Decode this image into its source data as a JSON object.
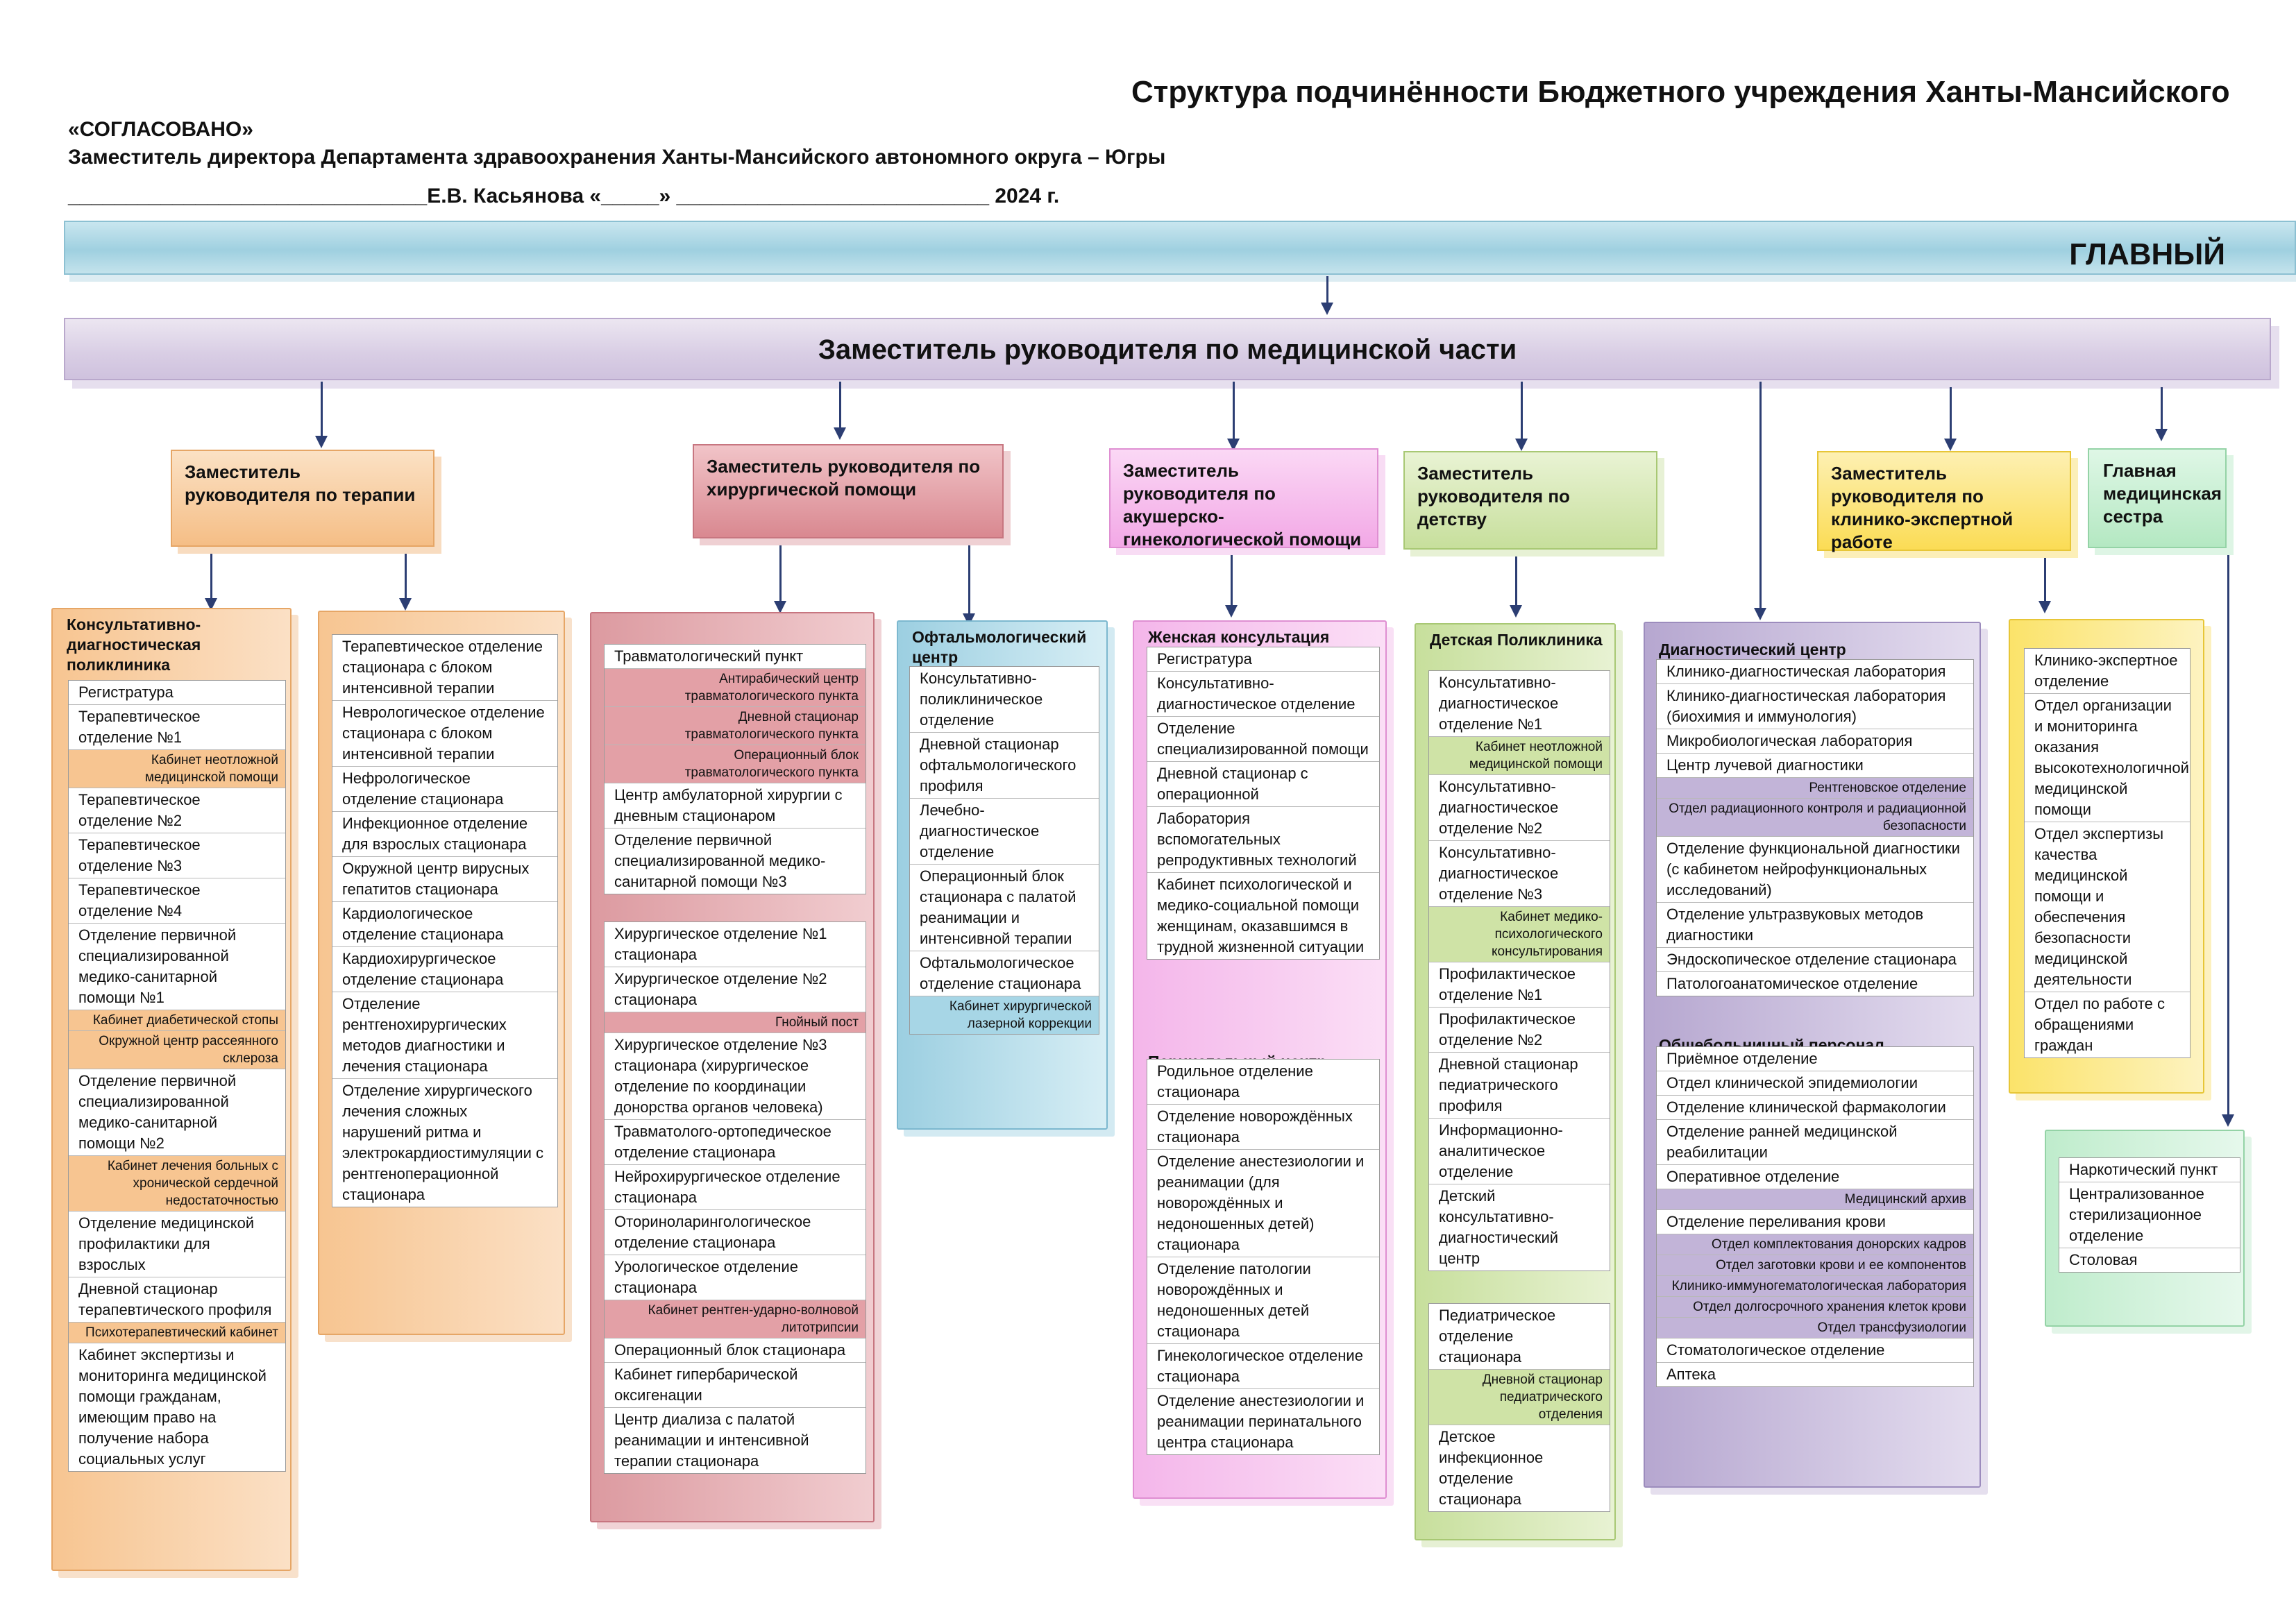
{
  "title": "Структура подчинённости Бюджетного учреждения Ханты-Мансийского",
  "approval": {
    "line1": "«СОГЛАСОВАНО»",
    "line2": "Заместитель директора Департамента здравоохранения Ханты-Мансийского автономного округа – Югры",
    "line3": "_______________________________Е.В. Касьянова «_____» ___________________________ 2024 г."
  },
  "chief": "ГЛАВНЫЙ",
  "deputy_medical": "Заместитель руководителя по медицинской части",
  "colors": {
    "orange": "#f7c591",
    "red": "#e3a0a6",
    "blue": "#a7d6e6",
    "pink": "#f4b6ea",
    "green": "#cfe3a6",
    "purple": "#c2b4d8",
    "yellow": "#fbe36a",
    "mint": "#bfeccc",
    "line": "#2c3e73"
  },
  "deputies": {
    "therapy": "Заместитель руководителя по терапии",
    "surgery": "Заместитель руководителя по хирургической помощи",
    "obstetrics": "Заместитель руководителя по акушерско-гинекологической помощи",
    "children": "Заместитель руководителя по детству",
    "expert": "Заместитель руководителя по клинико-экспертной работе",
    "nurse": "Главная медицинская сестра"
  },
  "poly": {
    "title": "Консультативно-диагностическая поликлиника",
    "items": [
      {
        "t": "Регистратура"
      },
      {
        "t": "Терапевтическое отделение №1"
      },
      {
        "t": "Кабинет неотложной медицинской помощи",
        "s": 1
      },
      {
        "t": "Терапевтическое отделение №2"
      },
      {
        "t": "Терапевтическое отделение №3"
      },
      {
        "t": "Терапевтическое отделение №4"
      },
      {
        "t": "Отделение первичной специализированной медико-санитарной помощи №1"
      },
      {
        "t": "Кабинет диабетической стопы",
        "s": 1
      },
      {
        "t": "Окружной центр рассеянного склероза",
        "s": 1
      },
      {
        "t": "Отделение первичной специализированной медико-санитарной помощи №2"
      },
      {
        "t": "Кабинет лечения больных с хронической сердечной недостаточностью",
        "s": 1
      },
      {
        "t": "Отделение медицинской профилактики для взрослых"
      },
      {
        "t": "Дневной стационар терапевтического профиля"
      },
      {
        "t": "Психотерапевтический кабинет",
        "s": 1
      },
      {
        "t": "Кабинет экспертизы и мониторинга медицинской помощи гражданам, имеющим право на получение набора социальных услуг"
      }
    ]
  },
  "ther": {
    "items": [
      {
        "t": "Терапевтическое отделение стационара с блоком интенсивной терапии"
      },
      {
        "t": "Неврологическое отделение стационара с блоком интенсивной терапии"
      },
      {
        "t": "Нефрологическое отделение стационара"
      },
      {
        "t": "Инфекционное отделение для взрослых стационара"
      },
      {
        "t": "Окружной центр вирусных гепатитов стационара"
      },
      {
        "t": "Кардиологическое отделение стационара"
      },
      {
        "t": "Кардиохирургическое отделение стационара"
      },
      {
        "t": "Отделение рентгенохирургических методов диагностики и лечения стационара"
      },
      {
        "t": "Отделение хирургического лечения сложных нарушений ритма и электрокардиостимуляции с рентгеноперационной стационара"
      }
    ]
  },
  "surg1": {
    "items": [
      {
        "t": "Травматологический пункт"
      },
      {
        "t": "Антирабический центр травматологического пункта",
        "s": 1
      },
      {
        "t": "Дневной стационар травматологического пункта",
        "s": 1
      },
      {
        "t": "Операционный блок травматологического пункта",
        "s": 1
      },
      {
        "t": "Центр амбулаторной хирургии с дневным стационаром"
      },
      {
        "t": "Отделение первичной специализированной медико-санитарной помощи №3"
      }
    ]
  },
  "surg2": {
    "items": [
      {
        "t": "Хирургическое отделение №1 стационара"
      },
      {
        "t": "Хирургическое отделение №2 стационара"
      },
      {
        "t": "Гнойный пост",
        "s": 1
      },
      {
        "t": "Хирургическое отделение №3 стационара (хирургическое отделение по координации донорства органов человека)"
      },
      {
        "t": "Травматолого-ортопедическое отделение стационара"
      },
      {
        "t": "Нейрохирургическое отделение стационара"
      },
      {
        "t": "Оториноларингологическое отделение стационара"
      },
      {
        "t": "Урологическое отделение стационара"
      },
      {
        "t": "Кабинет рентген-ударно-волновой литотрипсии",
        "s": 1
      },
      {
        "t": "Операционный блок стационара"
      },
      {
        "t": "Кабинет гипербарической оксигенации"
      },
      {
        "t": "Центр диализа с палатой реанимации и интенсивной терапии стационара"
      }
    ]
  },
  "ophth": {
    "title": "Офтальмологический центр",
    "items": [
      {
        "t": "Консультативно-поликлиническое отделение"
      },
      {
        "t": "Дневной стационар офтальмологического профиля"
      },
      {
        "t": "Лечебно-диагностическое отделение"
      },
      {
        "t": "Операционный блок стационара с палатой реанимации и интенсивной терапии"
      },
      {
        "t": "Офтальмологическое отделение стационара"
      },
      {
        "t": "Кабинет хирургической лазерной коррекции",
        "s": 1
      }
    ]
  },
  "women": {
    "title": "Женская консультация",
    "items": [
      {
        "t": "Регистратура"
      },
      {
        "t": "Консультативно-диагностическое отделение"
      },
      {
        "t": "Отделение специализированной помощи"
      },
      {
        "t": "Дневной стационар с операционной"
      },
      {
        "t": "Лаборатория вспомогательных репродуктивных технологий"
      },
      {
        "t": "Кабинет психологической и медико-социальной помощи женщинам, оказавшимся в трудной жизненной ситуации"
      }
    ]
  },
  "perinatal": {
    "title": "Перинатальный центр",
    "items": [
      {
        "t": "Родильное отделение стационара"
      },
      {
        "t": "Отделение новорождённых стационара"
      },
      {
        "t": "Отделение анестезиологии и реанимации (для новорождённых и недоношенных детей) стационара"
      },
      {
        "t": "Отделение патологии новорождённых и недоношенных детей стационара"
      },
      {
        "t": "Гинекологическое отделение стационара"
      },
      {
        "t": "Отделение анестезиологии и реанимации перинатального центра стационара"
      }
    ]
  },
  "childpoly": {
    "title": "Детская Поликлиника",
    "items": [
      {
        "t": "Консультативно-диагностическое отделение №1"
      },
      {
        "t": "Кабинет неотложной медицинской помощи",
        "s": 1
      },
      {
        "t": "Консультативно-диагностическое отделение №2"
      },
      {
        "t": "Консультативно-диагностическое отделение №3"
      },
      {
        "t": "Кабинет медико-психологического консультирования",
        "s": 1
      },
      {
        "t": "Профилактическое отделение №1"
      },
      {
        "t": "Профилактическое отделение №2"
      },
      {
        "t": "Дневной стационар педиатрического профиля"
      },
      {
        "t": "Информационно-аналитическое отделение"
      },
      {
        "t": "Детский консультативно-диагностический центр"
      }
    ]
  },
  "childhosp": {
    "items": [
      {
        "t": "Педиатрическое отделение стационара"
      },
      {
        "t": "Дневной стационар педиатрического отделения",
        "s": 1
      },
      {
        "t": "Детское инфекционное отделение стационара"
      }
    ]
  },
  "diag": {
    "title": "Диагностический центр",
    "items": [
      {
        "t": "Клинико-диагностическая лаборатория"
      },
      {
        "t": "Клинико-диагностическая лаборатория (биохимия и иммунология)"
      },
      {
        "t": "Микробиологическая лаборатория"
      },
      {
        "t": "Центр лучевой диагностики"
      },
      {
        "t": "Рентгеновское отделение",
        "s": 1
      },
      {
        "t": "Отдел радиационного контроля и радиационной безопасности",
        "s": 1
      },
      {
        "t": "Отделение функциональной диагностики (с кабинетом нейрофункциональных исследований)"
      },
      {
        "t": "Отделение ультразвуковых методов диагностики"
      },
      {
        "t": "Эндоскопическое отделение стационара"
      },
      {
        "t": "Патологоанатомическое отделение"
      }
    ]
  },
  "staff": {
    "title": "Общебольничный персонал",
    "items": [
      {
        "t": "Приёмное отделение"
      },
      {
        "t": "Отдел клинической эпидемиологии"
      },
      {
        "t": "Отделение клинической фармакологии"
      },
      {
        "t": "Отделение ранней медицинской реабилитации"
      },
      {
        "t": "Оперативное отделение"
      },
      {
        "t": "Медицинский архив",
        "s": 1
      },
      {
        "t": "Отделение переливания крови"
      },
      {
        "t": "Отдел комплектования донорских кадров",
        "s": 1
      },
      {
        "t": "Отдел заготовки крови и ее компонентов",
        "s": 1
      },
      {
        "t": "Клинико-иммуногематологическая лаборатория",
        "s": 1
      },
      {
        "t": "Отдел долгосрочного хранения клеток крови",
        "s": 1
      },
      {
        "t": "Отдел трансфузиологии",
        "s": 1
      },
      {
        "t": "Стоматологическое отделение"
      },
      {
        "t": "Аптека"
      }
    ]
  },
  "expert_list": {
    "items": [
      {
        "t": "Клинико-экспертное отделение"
      },
      {
        "t": "Отдел организации и мониторинга оказания высокотехнологичной медицинской помощи"
      },
      {
        "t": "Отдел экспертизы качества медицинской помощи и обеспечения безопасности медицинской деятельности"
      },
      {
        "t": "Отдел по работе с обращениями граждан"
      }
    ]
  },
  "nurse_list": {
    "items": [
      {
        "t": "Наркотический пункт"
      },
      {
        "t": "Централизованное стерилизационное отделение"
      },
      {
        "t": "Столовая"
      }
    ]
  }
}
